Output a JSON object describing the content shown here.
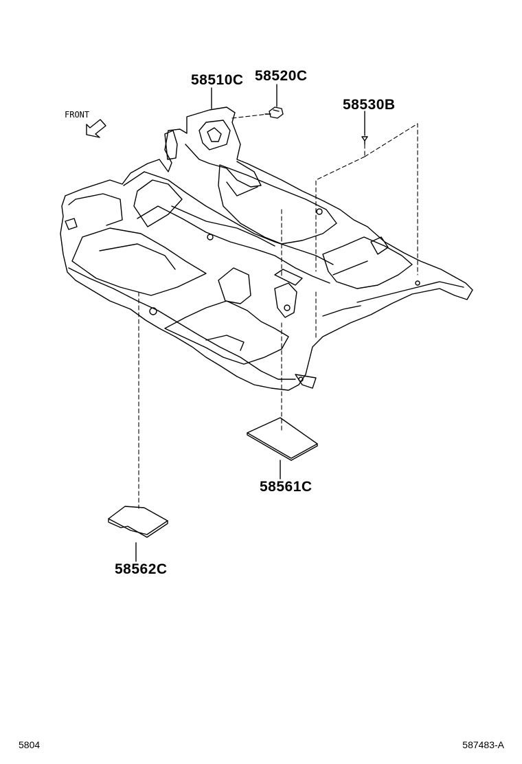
{
  "front_indicator": {
    "label": "FRONT",
    "icon": "front-arrow-icon"
  },
  "parts": [
    {
      "id": "carpet",
      "number": "58510C"
    },
    {
      "id": "clip",
      "number": "58520C"
    },
    {
      "id": "fastener",
      "number": "58530B"
    },
    {
      "id": "silencer-rear",
      "number": "58561C"
    },
    {
      "id": "silencer-front",
      "number": "58562C"
    }
  ],
  "footer": {
    "section_code": "5804",
    "illustration_id": "587483-A"
  },
  "colors": {
    "line": "#000000",
    "background": "#ffffff"
  }
}
